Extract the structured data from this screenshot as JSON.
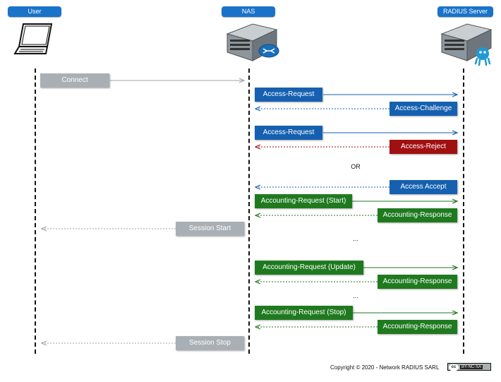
{
  "actors": {
    "user": "User",
    "nas": "NAS",
    "radius": "RADIUS Server"
  },
  "messages": {
    "connect": "Connect",
    "access_request_1": "Access-Request",
    "access_challenge": "Access-Challenge",
    "access_request_2": "Access-Request",
    "access_reject": "Access-Reject",
    "or_label": "OR",
    "access_accept": "Access Accept",
    "accounting_request_start": "Accounting-Request (Start)",
    "accounting_response_1": "Accounting-Response",
    "session_start": "Session Start",
    "ellipsis_1": "...",
    "accounting_request_update": "Accounting-Request (Update)",
    "accounting_response_2": "Accounting-Response",
    "ellipsis_2": "...",
    "accounting_request_stop": "Accounting-Request (Stop)",
    "accounting_response_3": "Accounting-Response",
    "session_stop": "Session Stop"
  },
  "footer": {
    "copyright": "Copyright © 2020 - Network RADIUS SARL",
    "license_cc": "cc",
    "license_terms": "BY-NC-SA"
  },
  "colors": {
    "actor": "#1a73c9",
    "radius_blue": "#1560b0",
    "accounting_green": "#1f7a1f",
    "reject_red": "#a01010",
    "session_gray": "#a9b0b5"
  },
  "icons": [
    "laptop-icon",
    "nas-server-icon",
    "radius-server-icon"
  ]
}
